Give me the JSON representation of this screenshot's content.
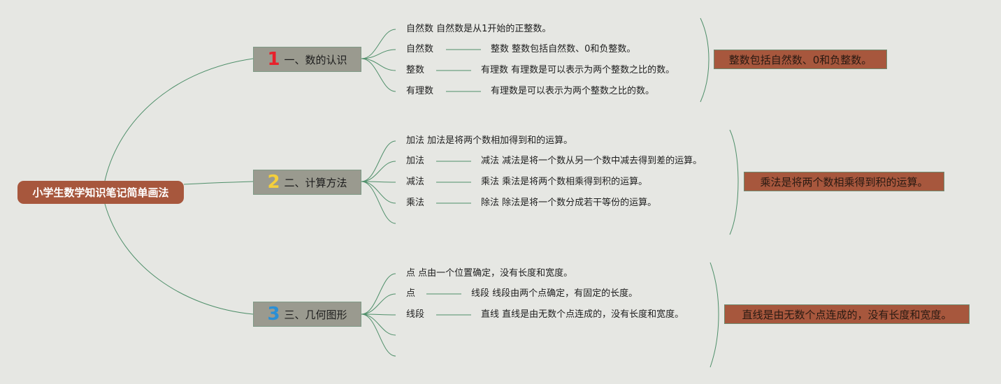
{
  "root": {
    "label": "小学生数学知识笔记简单画法"
  },
  "branches": [
    {
      "number": "1",
      "number_color": "#e8212b",
      "label": "一、数的认识",
      "items": [
        {
          "left": "自然数 自然数是从1开始的正整数。",
          "right": ""
        },
        {
          "left": "自然数",
          "right": "整数 整数包括自然数、0和负整数。"
        },
        {
          "left": "整数",
          "right": "有理数 有理数是可以表示为两个整数之比的数。"
        },
        {
          "left": "有理数",
          "right": "有理数是可以表示为两个整数之比的数。"
        }
      ],
      "summary": "整数包括自然数、0和负整数。"
    },
    {
      "number": "2",
      "number_color": "#f4cf3b",
      "label": "二、计算方法",
      "items": [
        {
          "left": "加法 加法是将两个数相加得到和的运算。",
          "right": ""
        },
        {
          "left": "加法",
          "right": "减法 减法是将一个数从另一个数中减去得到差的运算。"
        },
        {
          "left": "减法",
          "right": "乘法 乘法是将两个数相乘得到积的运算。"
        },
        {
          "left": "乘法",
          "right": "除法 除法是将一个数分成若干等份的运算。"
        }
      ],
      "summary": "乘法是将两个数相乘得到积的运算。"
    },
    {
      "number": "3",
      "number_color": "#2a8fd6",
      "label": "三、几何图形",
      "items": [
        {
          "left": "点 点由一个位置确定，没有长度和宽度。",
          "right": ""
        },
        {
          "left": "点",
          "right": "线段 线段由两个点确定，有固定的长度。"
        },
        {
          "left": "线段",
          "right": "直线 直线是由无数个点连成的，没有长度和宽度。"
        }
      ],
      "summary": "直线是由无数个点连成的，没有长度和宽度。"
    }
  ],
  "colors": {
    "background": "#e6e7e3",
    "connector": "#4f8f6a",
    "root_fill": "#a7573d",
    "branch_fill": "#9a9a8f",
    "summary_fill": "#a7573d"
  }
}
